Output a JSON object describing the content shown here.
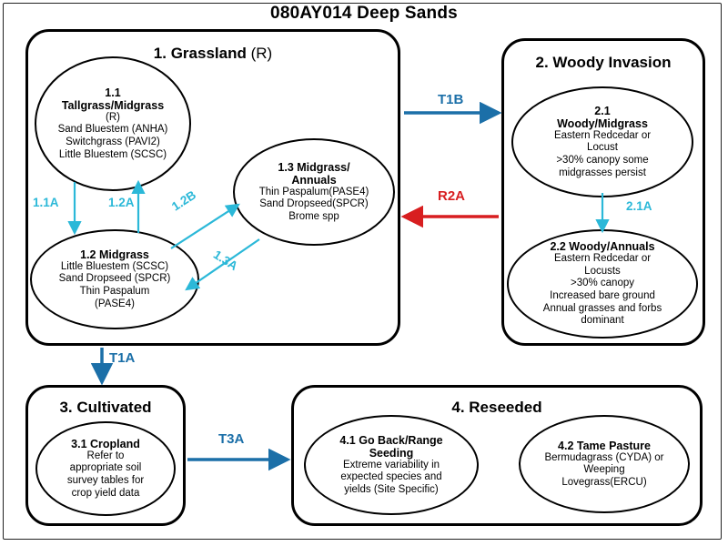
{
  "title": "080AY014 Deep Sands",
  "colors": {
    "outline": "#000000",
    "transition_blue": "#1B6FA8",
    "restoration_red": "#D81E20",
    "pathway_cyan": "#2BB8D8",
    "background": "#FFFFFF"
  },
  "states": [
    {
      "id": "1",
      "title_main": "1. Grassland",
      "title_suffix": "(R)",
      "phases": [
        {
          "id": "1.1",
          "heading": [
            "1.1",
            "Tallgrass/Midgrass"
          ],
          "lines": [
            "(R)",
            "Sand Bluestem (ANHA)",
            "Switchgrass (PAVI2)",
            "Little Bluestem (SCSC)"
          ]
        },
        {
          "id": "1.3",
          "heading": [
            "1.3 Midgrass/",
            "Annuals"
          ],
          "lines": [
            "Thin Paspalum(PASE4)",
            "Sand Dropseed(SPCR)",
            "Brome spp"
          ]
        },
        {
          "id": "1.2",
          "heading": [
            "1.2 Midgrass"
          ],
          "lines": [
            "Little Bluestem (SCSC)",
            "Sand Dropseed  (SPCR)",
            "Thin Paspalum",
            "(PASE4)"
          ]
        }
      ]
    },
    {
      "id": "2",
      "title_main": "2. Woody Invasion",
      "title_suffix": "",
      "phases": [
        {
          "id": "2.1",
          "heading": [
            "2.1",
            "Woody/Midgrass"
          ],
          "lines": [
            "Eastern Redcedar or",
            "Locust",
            ">30% canopy some",
            "midgrasses persist"
          ]
        },
        {
          "id": "2.2",
          "heading": [
            "2.2 Woody/Annuals"
          ],
          "lines": [
            "Eastern Redcedar or",
            "Locusts",
            ">30% canopy",
            "Increased bare ground",
            "Annual grasses and forbs",
            "dominant"
          ]
        }
      ]
    },
    {
      "id": "3",
      "title_main": "3. Cultivated",
      "title_suffix": "",
      "phases": [
        {
          "id": "3.1",
          "heading": [
            "3.1 Cropland"
          ],
          "lines": [
            "Refer to",
            "appropriate soil",
            "survey tables for",
            "crop yield data"
          ]
        }
      ]
    },
    {
      "id": "4",
      "title_main": "4. Reseeded",
      "title_suffix": "",
      "phases": [
        {
          "id": "4.1",
          "heading": [
            "4.1 Go Back/Range",
            "Seeding"
          ],
          "lines": [
            "Extreme variability in",
            "expected species and",
            "yields (Site Specific)"
          ]
        },
        {
          "id": "4.2",
          "heading": [
            "4.2 Tame Pasture"
          ],
          "lines": [
            "Bermudagrass (CYDA) or",
            "Weeping",
            "Lovegrass(ERCU)"
          ]
        }
      ]
    }
  ],
  "transitions": [
    {
      "id": "T1B",
      "label": "T1B",
      "kind": "transition",
      "color": "#1B6FA8",
      "from": "1",
      "to": "2",
      "direction": "right"
    },
    {
      "id": "R2A",
      "label": "R2A",
      "kind": "restoration",
      "color": "#D81E20",
      "from": "2",
      "to": "1",
      "direction": "left"
    },
    {
      "id": "T1A",
      "label": "T1A",
      "kind": "transition",
      "color": "#1B6FA8",
      "from": "1",
      "to": "3",
      "direction": "down"
    },
    {
      "id": "T3A",
      "label": "T3A",
      "kind": "transition",
      "color": "#1B6FA8",
      "from": "3",
      "to": "4",
      "direction": "right"
    }
  ],
  "pathways": [
    {
      "id": "1.1A",
      "label": "1.1A",
      "color": "#2BB8D8",
      "from": "1.1",
      "to": "1.2",
      "direction": "down"
    },
    {
      "id": "1.2A",
      "label": "1.2A",
      "color": "#2BB8D8",
      "from": "1.2",
      "to": "1.1",
      "direction": "up"
    },
    {
      "id": "1.2B",
      "label": "1.2B",
      "color": "#2BB8D8",
      "from": "1.2",
      "to": "1.3",
      "direction": "up-right"
    },
    {
      "id": "1.3A",
      "label": "1.3A",
      "color": "#2BB8D8",
      "from": "1.3",
      "to": "1.2",
      "direction": "down-left"
    },
    {
      "id": "2.1A",
      "label": "2.1A",
      "color": "#2BB8D8",
      "from": "2.1",
      "to": "2.2",
      "direction": "down"
    }
  ]
}
